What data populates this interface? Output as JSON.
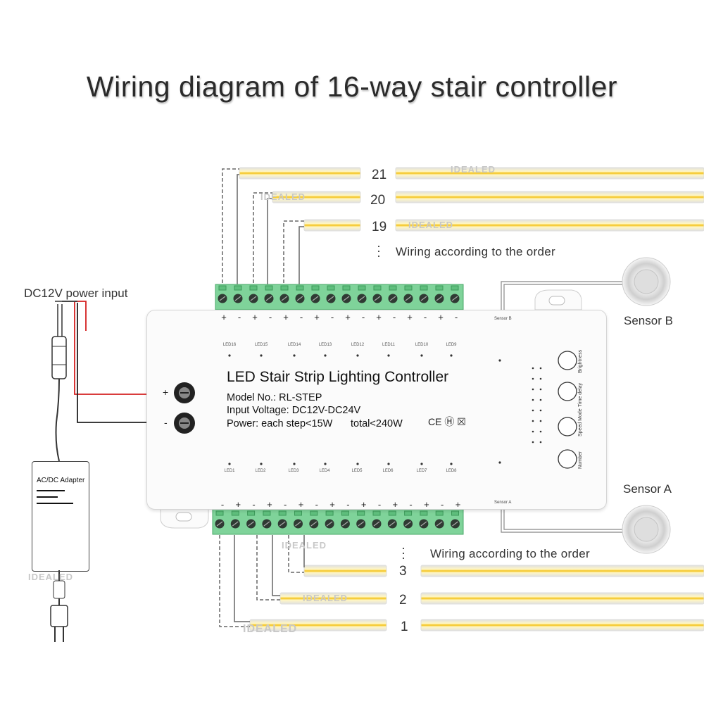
{
  "title": "Wiring diagram of 16-way stair controller",
  "power_input_label": "DC12V power input",
  "adapter_label": "AC/DC Adapter",
  "controller": {
    "title": "LED Stair Strip Lighting Controller",
    "model": "Model No.: RL-STEP",
    "voltage": "Input Voltage: DC12V-DC24V",
    "power_step": "Power: each step<15W",
    "power_total": "total<240W",
    "cert_marks": "CE Ⓗ ☒",
    "sensor_b_port": "Sensor B",
    "sensor_a_port": "Sensor A",
    "top_led_labels": [
      "LED16",
      "LED15",
      "LED14",
      "LED13",
      "LED12",
      "LED11",
      "LED10",
      "LED9"
    ],
    "bottom_led_labels": [
      "LED1",
      "LED2",
      "LED3",
      "LED4",
      "LED5",
      "LED6",
      "LED7",
      "LED8"
    ],
    "buttons": [
      "Brightness",
      "Time delay",
      "Speed Mode",
      "Number"
    ],
    "power_plus": "+",
    "power_minus": "-"
  },
  "sensors": {
    "b": "Sensor B",
    "a": "Sensor A"
  },
  "top_strips": [
    {
      "number": "21"
    },
    {
      "number": "20"
    },
    {
      "number": "19"
    }
  ],
  "bottom_strips": [
    {
      "number": "3"
    },
    {
      "number": "2"
    },
    {
      "number": "1"
    }
  ],
  "wiring_order_top": "Wiring according to the order",
  "wiring_order_bottom": "Wiring according to the order",
  "watermark": "IDEALED",
  "colors": {
    "strip": "#f4c21a",
    "strip_light": "#fbe98a",
    "terminal_green": "#7fd39a",
    "wire_red": "#d42020",
    "wire_black": "#222222"
  }
}
